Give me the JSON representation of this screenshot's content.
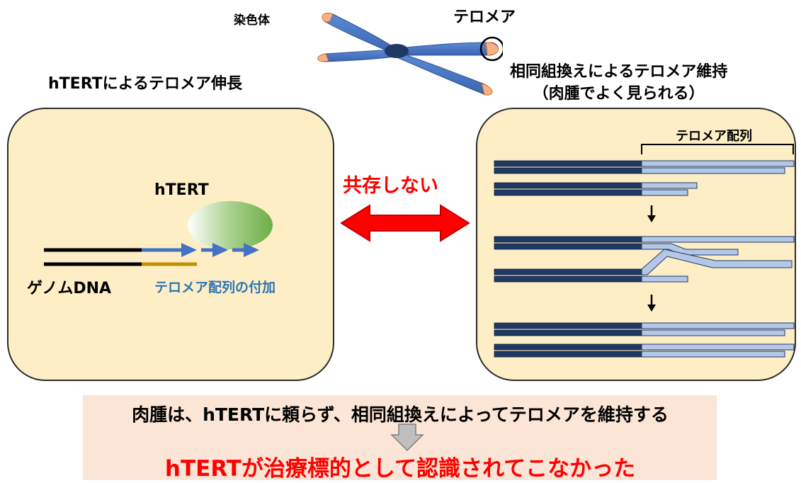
{
  "labels": {
    "chromosome": "染色体",
    "telomere": "テロメア",
    "left_title": "hTERTによるテロメア伸長",
    "right_title_line1": "相同組換えによるテロメア維持",
    "right_title_line2": "（肉腫でよく見られる）",
    "htert": "hTERT",
    "genome_dna": "ゲノムDNA",
    "telomere_addition": "テロメア配列の付加",
    "telomere_sequence": "テロメア配列",
    "coexist": "共存しない",
    "conclusion": "肉腫は、hTERTに頼らず、相同組換えによってテロメアを維持する",
    "result": "hTERTが治療標的として認識されてこなかった"
  },
  "colors": {
    "chromosome_arm": "#4472c4",
    "telomere_tip": "#f4b183",
    "centromere": "#1f3864",
    "panel_fill": "#fdeec6",
    "dna_dark": "#1f3864",
    "dna_light": "#b4c7e7",
    "htert_green": "#70ad47",
    "addition_blue": "#4472c4",
    "addition_gold": "#bf9000",
    "coexist_red": "#ff0000",
    "bottom_band": "#fbe5d6",
    "down_arrow": "#bfbfbf"
  }
}
